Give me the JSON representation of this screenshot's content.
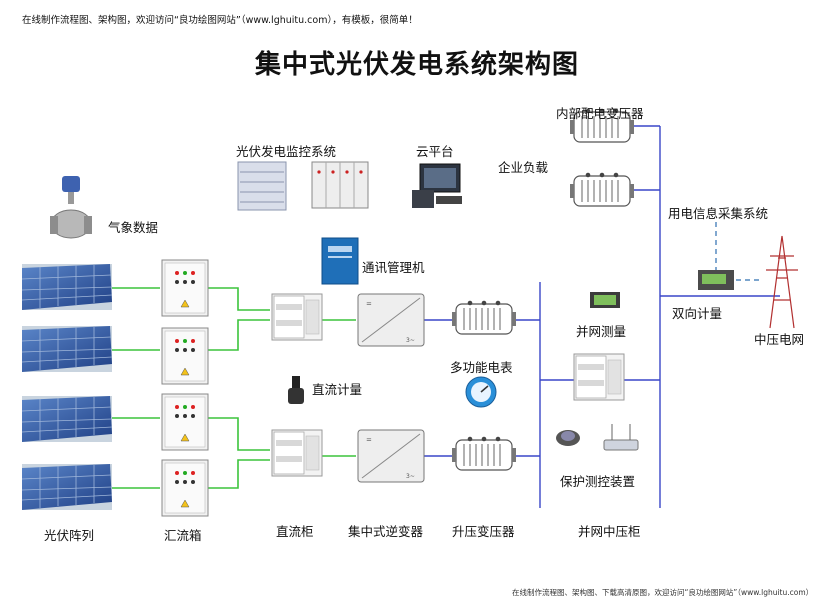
{
  "top_note": "在线制作流程图、架构图，欢迎访问“良功绘图网站”（www.lghuitu.com），有模板，很简单！",
  "title": "集中式光伏发电系统架构图",
  "bottom_note": "在线制作流程图、架构图、下载高清原图，欢迎访问“良功绘图网站”（www.lghuitu.com）",
  "labels": {
    "weather": "气象数据",
    "monitor_system": "光伏发电监控系统",
    "cloud": "云平台",
    "comm_manager": "通讯管理机",
    "internal_transformer": "内部配电变压器",
    "enterprise_load": "企业负载",
    "info_collect": "用电信息采集系统",
    "bidirectional_meter": "双向计量",
    "grid": "中压电网",
    "grid_measure": "并网测量",
    "multi_meter": "多功能电表",
    "dc_measure": "直流计量",
    "protection": "保护测控装置",
    "pv_array": "光伏阵列",
    "combiner": "汇流箱",
    "dc_cabinet": "直流柜",
    "inverter": "集中式逆变器",
    "step_up": "升压变压器",
    "mv_cabinet": "并网中压柜"
  },
  "colors": {
    "green": "#3cc43c",
    "blue": "#3a46c8",
    "dash": "#2e6fb0"
  }
}
